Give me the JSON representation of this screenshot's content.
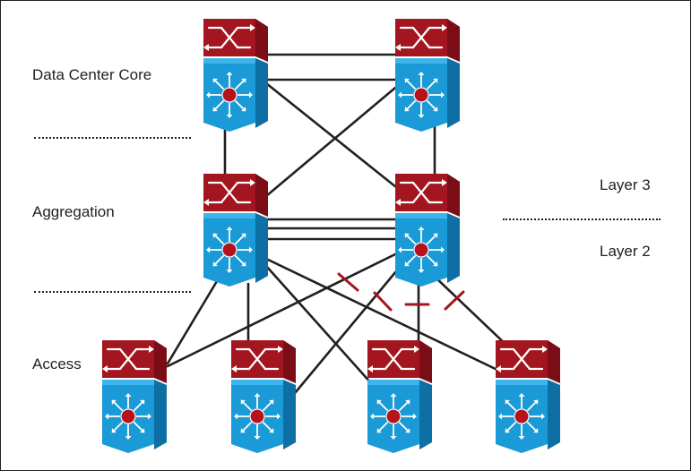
{
  "labels": {
    "core": "Data Center Core",
    "aggregation": "Aggregation",
    "access": "Access",
    "layer3": "Layer 3",
    "layer2": "Layer 2"
  },
  "colors": {
    "router_red": "#a3161f",
    "router_red_dark": "#7a0d15",
    "router_red_light": "#c42630",
    "switch_blue": "#1a9ad6",
    "switch_blue_dark": "#0d6fa3",
    "switch_blue_light": "#3eb4ea",
    "hub_red": "#b5121b",
    "line": "#231f20",
    "blocked_mark": "#a3161f"
  },
  "icons": {
    "device": "layer3-switch-icon",
    "blocked_link": "blocked-link-icon"
  }
}
